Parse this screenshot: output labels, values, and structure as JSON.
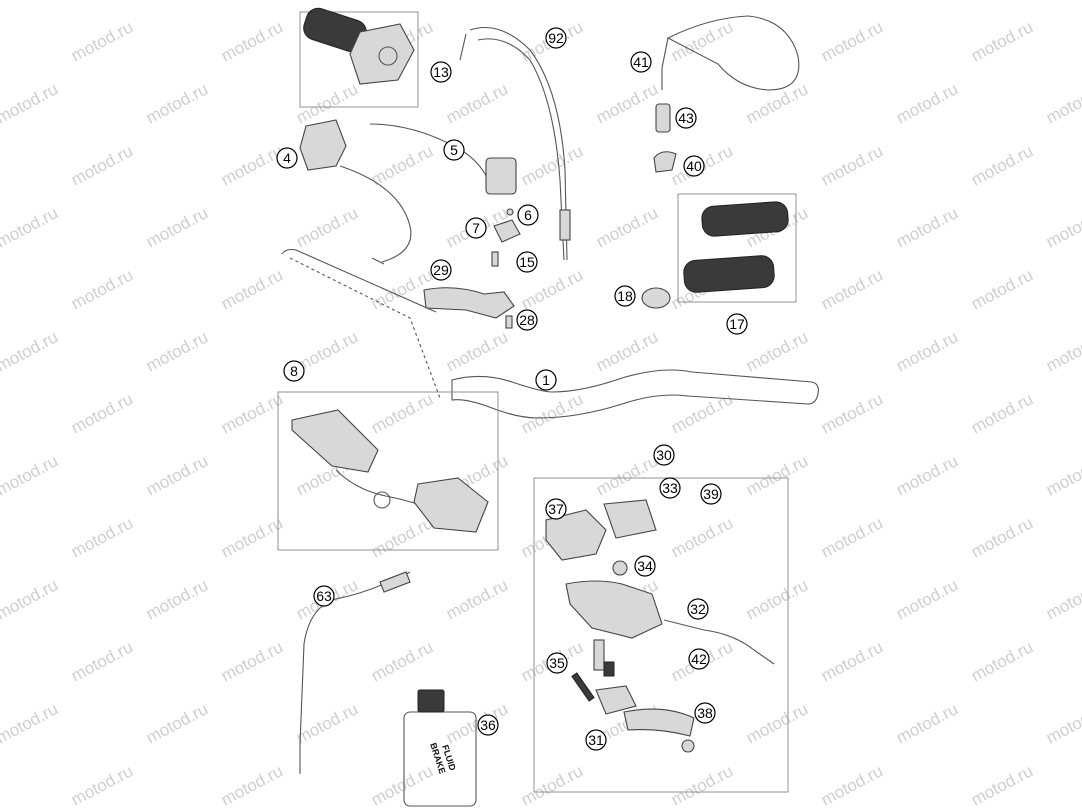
{
  "watermark": {
    "text": "motod.ru",
    "color": "#cfcfcf"
  },
  "callouts": [
    "13",
    "92",
    "41",
    "43",
    "40",
    "4",
    "5",
    "6",
    "7",
    "15",
    "29",
    "28",
    "18",
    "17",
    "1",
    "8",
    "30",
    "33",
    "37",
    "39",
    "34",
    "32",
    "42",
    "63",
    "35",
    "36",
    "38",
    "31"
  ],
  "fluid_label": {
    "line1": "BRAKE",
    "line2": "FLUID"
  }
}
